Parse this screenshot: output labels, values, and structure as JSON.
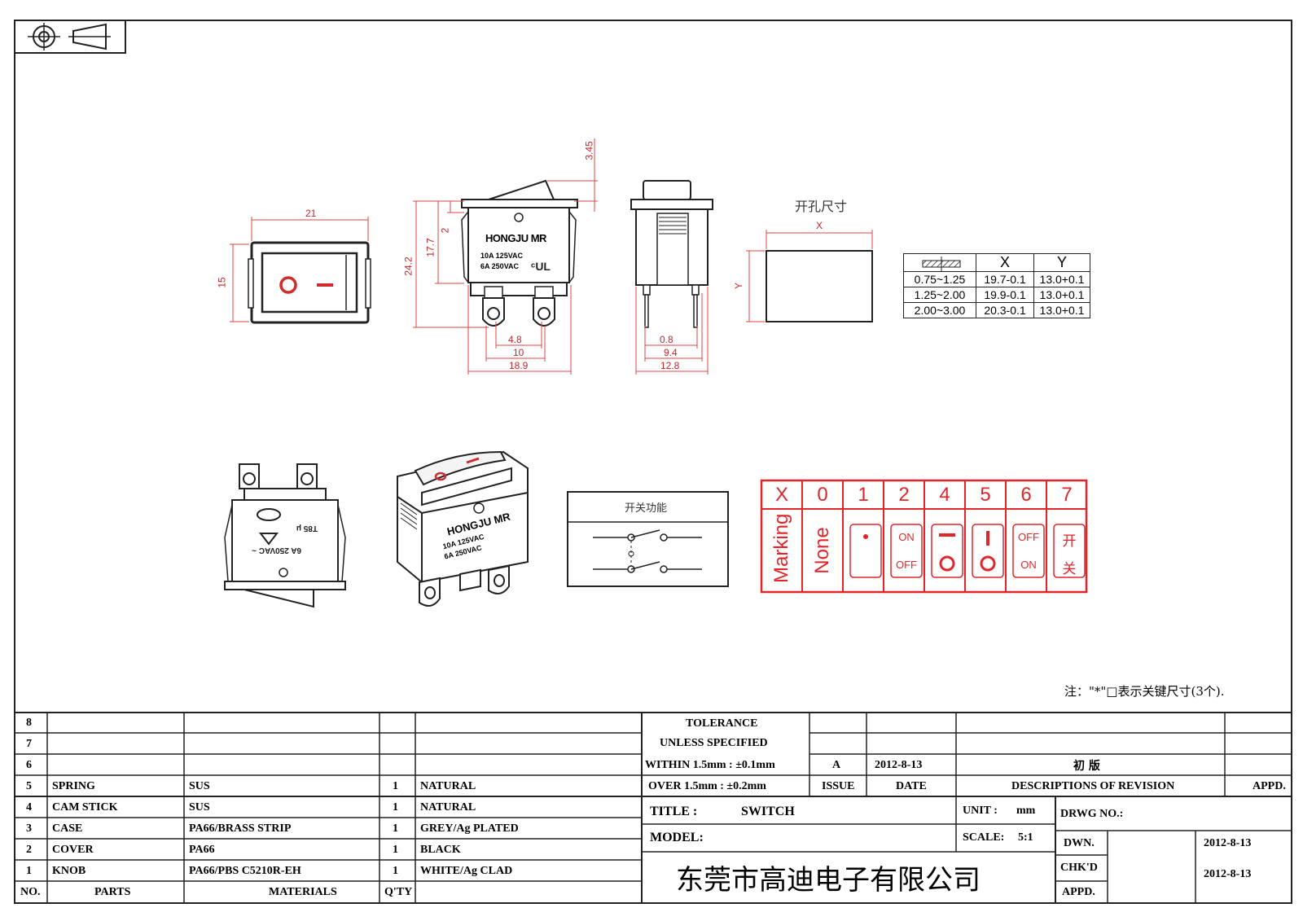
{
  "views": {
    "hole_title": "开孔尺寸",
    "hole_x": "X",
    "hole_y": "Y",
    "dims": {
      "w21": "21",
      "h15": "15",
      "h24_2": "24.2",
      "h17_7": "17.7",
      "h2": "2",
      "h3_45": "3.45",
      "p4_8": "4.8",
      "p10": "10",
      "p18_9": "18.9",
      "p0_8": "0.8",
      "p9_4": "9.4",
      "p12_8": "12.8"
    },
    "label_brand": "HONGJU MR",
    "label_rating1": "10A 125VAC",
    "label_rating2": "6A 250VAC",
    "func_title": "开关功能"
  },
  "hole_table": {
    "headers": [
      "X",
      "Y"
    ],
    "rows": [
      {
        "range": "0.75~1.25",
        "x": "19.7-0.1",
        "y": "13.0+0.1"
      },
      {
        "range": "1.25~2.00",
        "x": "19.9-0.1",
        "y": "13.0+0.1"
      },
      {
        "range": "2.00~3.00",
        "x": "20.3-0.1",
        "y": "13.0+0.1"
      }
    ]
  },
  "marking": {
    "headers": [
      "X",
      "0",
      "1",
      "2",
      "4",
      "5",
      "6",
      "7"
    ],
    "col_x": "Marking",
    "col_0": "None",
    "col_2_top": "ON",
    "col_2_bot": "OFF",
    "col_6_top": "OFF",
    "col_6_bot": "ON",
    "col_7_top": "开",
    "col_7_bot": "关"
  },
  "note": "注：\"*\"□表示关键尺寸(3个).",
  "bom": {
    "rows": [
      {
        "no": "8",
        "part": "",
        "material": "",
        "qty": "",
        "finish": ""
      },
      {
        "no": "7",
        "part": "",
        "material": "",
        "qty": "",
        "finish": ""
      },
      {
        "no": "6",
        "part": "",
        "material": "",
        "qty": "",
        "finish": ""
      },
      {
        "no": "5",
        "part": "SPRING",
        "material": "SUS",
        "qty": "1",
        "finish": "NATURAL"
      },
      {
        "no": "4",
        "part": "CAM STICK",
        "material": "SUS",
        "qty": "1",
        "finish": "NATURAL"
      },
      {
        "no": "3",
        "part": "CASE",
        "material": "PA66/BRASS STRIP",
        "qty": "1",
        "finish": "GREY/Ag PLATED"
      },
      {
        "no": "2",
        "part": "COVER",
        "material": "PA66",
        "qty": "1",
        "finish": "BLACK"
      },
      {
        "no": "1",
        "part": "KNOB",
        "material": "PA66/PBS C5210R-EH",
        "qty": "1",
        "finish": "WHITE/Ag CLAD"
      }
    ],
    "header": {
      "no": "NO.",
      "part": "PARTS",
      "material": "MATERIALS",
      "qty": "Q'TY"
    }
  },
  "title_block": {
    "tol1": "TOLERANCE",
    "tol2": "UNLESS  SPECIFIED",
    "tol3": "WITHIN 1.5mm : ±0.1mm",
    "tol4": "OVER 1.5mm : ±0.2mm",
    "issue_val": "A",
    "date_val": "2012-8-13",
    "desc_val": "初  版",
    "issue_hdr": "ISSUE",
    "date_hdr": "DATE",
    "desc_hdr": "DESCRIPTIONS OF REVISION",
    "appd_hdr": "APPD.",
    "title_lbl": "TITLE :",
    "title_val": "SWITCH",
    "unit_lbl": "UNIT :",
    "unit_val": "mm",
    "drwg_lbl": "DRWG NO.:",
    "model_lbl": "MODEL:",
    "scale_lbl": "SCALE:",
    "scale_val": "5:1",
    "company": "东莞市高迪电子有限公司",
    "dwn_lbl": "DWN.",
    "dwn_val": "2012-8-13",
    "chkd_lbl": "CHK'D",
    "chkd_val": "2012-8-13",
    "appd_lbl": "APPD."
  }
}
